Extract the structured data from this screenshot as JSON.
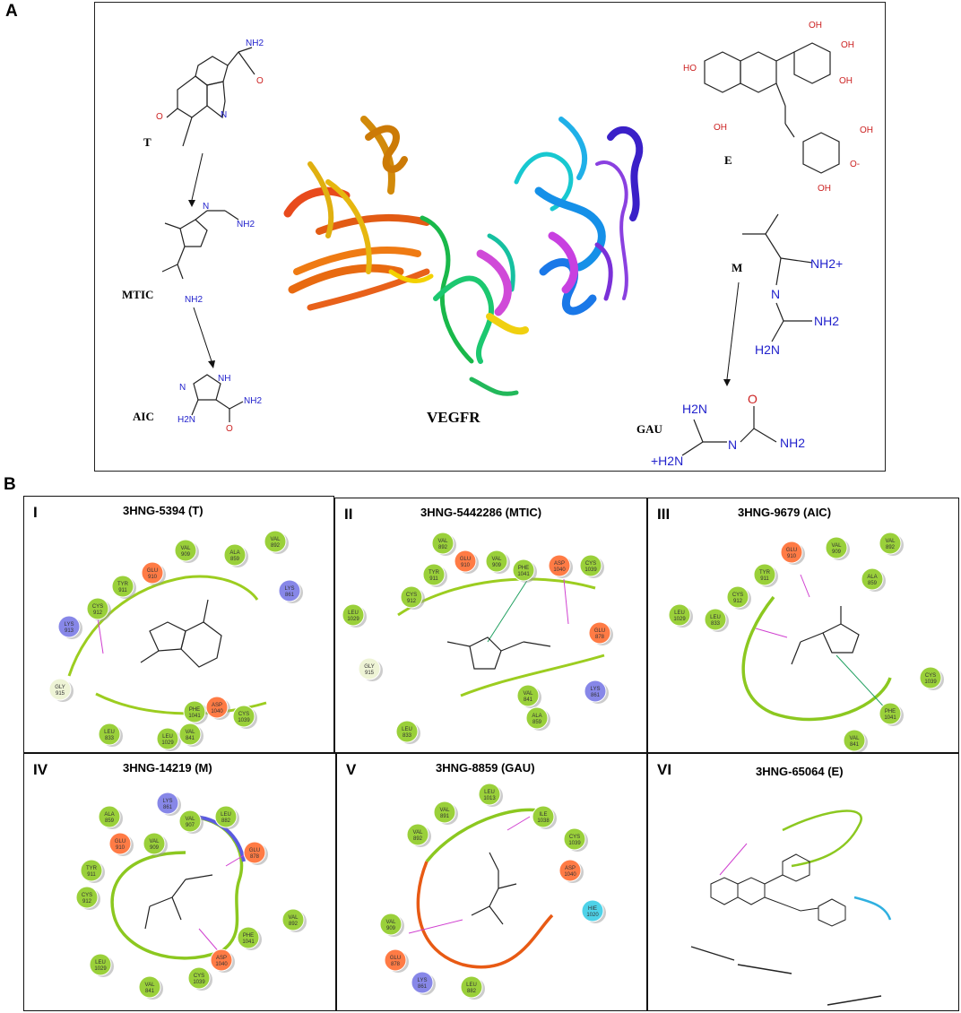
{
  "figure": {
    "panel_a_label": "A",
    "panel_b_label": "B",
    "molecules": {
      "t": "T",
      "mtic": "MTIC",
      "aic": "AIC",
      "vegfr": "VEGFR",
      "e": "E",
      "m": "M",
      "gau": "GAU"
    },
    "atoms": {
      "nh2": "NH2",
      "o": "O",
      "n": "N",
      "nh": "NH",
      "h2n": "H2N",
      "ho": "HO",
      "oh": "OH",
      "o_minus": "O-",
      "nh2_plus": "NH2+",
      "plus_h2n": "+H2N"
    }
  },
  "panels": [
    {
      "numeral": "I",
      "title": "3HNG-5394 (T)"
    },
    {
      "numeral": "II",
      "title": "3HNG-5442286 (MTIC)"
    },
    {
      "numeral": "III",
      "title": "3HNG-9679 (AIC)"
    },
    {
      "numeral": "IV",
      "title": "3HNG-14219 (M)"
    },
    {
      "numeral": "V",
      "title": "3HNG-8859 (GAU)"
    },
    {
      "numeral": "VI",
      "title": "3HNG-65064 (E)"
    }
  ],
  "residues": {
    "p1": [
      {
        "name": "VAL",
        "num": "909",
        "type": "hydrophobic"
      },
      {
        "name": "GLU",
        "num": "910",
        "type": "negative"
      },
      {
        "name": "TYR",
        "num": "911",
        "type": "hydrophobic"
      },
      {
        "name": "CYS",
        "num": "912",
        "type": "hydrophobic"
      },
      {
        "name": "LYS",
        "num": "913",
        "type": "positive"
      },
      {
        "name": "GLY",
        "num": "915",
        "type": "other"
      },
      {
        "name": "ALA",
        "num": "859",
        "type": "hydrophobic"
      },
      {
        "name": "VAL",
        "num": "892",
        "type": "hydrophobic"
      },
      {
        "name": "LYS",
        "num": "861",
        "type": "positive"
      },
      {
        "name": "PHE",
        "num": "1041",
        "type": "hydrophobic"
      },
      {
        "name": "ASP",
        "num": "1040",
        "type": "negative"
      },
      {
        "name": "CYS",
        "num": "1039",
        "type": "hydrophobic"
      },
      {
        "name": "LEU",
        "num": "1029",
        "type": "hydrophobic"
      },
      {
        "name": "VAL",
        "num": "841",
        "type": "hydrophobic"
      },
      {
        "name": "LEU",
        "num": "833",
        "type": "hydrophobic"
      }
    ],
    "p2": [
      {
        "name": "VAL",
        "num": "892",
        "type": "hydrophobic"
      },
      {
        "name": "GLU",
        "num": "910",
        "type": "negative"
      },
      {
        "name": "VAL",
        "num": "909",
        "type": "hydrophobic"
      },
      {
        "name": "PHE",
        "num": "1041",
        "type": "hydrophobic"
      },
      {
        "name": "ASP",
        "num": "1040",
        "type": "negative"
      },
      {
        "name": "CYS",
        "num": "1039",
        "type": "hydrophobic"
      },
      {
        "name": "TYR",
        "num": "911",
        "type": "hydrophobic"
      },
      {
        "name": "CYS",
        "num": "912",
        "type": "hydrophobic"
      },
      {
        "name": "LEU",
        "num": "1029",
        "type": "hydrophobic"
      },
      {
        "name": "GLY",
        "num": "915",
        "type": "other"
      },
      {
        "name": "GLU",
        "num": "878",
        "type": "negative"
      },
      {
        "name": "VAL",
        "num": "841",
        "type": "hydrophobic"
      },
      {
        "name": "LYS",
        "num": "861",
        "type": "positive"
      },
      {
        "name": "ALA",
        "num": "859",
        "type": "hydrophobic"
      },
      {
        "name": "LEU",
        "num": "833",
        "type": "hydrophobic"
      }
    ],
    "p3": [
      {
        "name": "VAL",
        "num": "892",
        "type": "hydrophobic"
      },
      {
        "name": "GLU",
        "num": "910",
        "type": "negative"
      },
      {
        "name": "VAL",
        "num": "909",
        "type": "hydrophobic"
      },
      {
        "name": "TYR",
        "num": "911",
        "type": "hydrophobic"
      },
      {
        "name": "ALA",
        "num": "859",
        "type": "hydrophobic"
      },
      {
        "name": "CYS",
        "num": "912",
        "type": "hydrophobic"
      },
      {
        "name": "LEU",
        "num": "833",
        "type": "hydrophobic"
      },
      {
        "name": "LEU",
        "num": "1029",
        "type": "hydrophobic"
      },
      {
        "name": "CYS",
        "num": "1039",
        "type": "hydrophobic"
      },
      {
        "name": "PHE",
        "num": "1041",
        "type": "hydrophobic"
      },
      {
        "name": "VAL",
        "num": "841",
        "type": "hydrophobic"
      }
    ],
    "p4": [
      {
        "name": "LYS",
        "num": "861",
        "type": "positive"
      },
      {
        "name": "ALA",
        "num": "859",
        "type": "hydrophobic"
      },
      {
        "name": "VAL",
        "num": "907",
        "type": "hydrophobic"
      },
      {
        "name": "LEU",
        "num": "882",
        "type": "hydrophobic"
      },
      {
        "name": "GLU",
        "num": "910",
        "type": "negative"
      },
      {
        "name": "VAL",
        "num": "909",
        "type": "hydrophobic"
      },
      {
        "name": "GLU",
        "num": "878",
        "type": "negative"
      },
      {
        "name": "TYR",
        "num": "911",
        "type": "hydrophobic"
      },
      {
        "name": "CYS",
        "num": "912",
        "type": "hydrophobic"
      },
      {
        "name": "VAL",
        "num": "892",
        "type": "hydrophobic"
      },
      {
        "name": "PHE",
        "num": "1041",
        "type": "hydrophobic"
      },
      {
        "name": "ASP",
        "num": "1040",
        "type": "negative"
      },
      {
        "name": "LEU",
        "num": "1029",
        "type": "hydrophobic"
      },
      {
        "name": "CYS",
        "num": "1039",
        "type": "hydrophobic"
      },
      {
        "name": "VAL",
        "num": "841",
        "type": "hydrophobic"
      }
    ],
    "p5": [
      {
        "name": "LEU",
        "num": "1013",
        "type": "hydrophobic"
      },
      {
        "name": "VAL",
        "num": "891",
        "type": "hydrophobic"
      },
      {
        "name": "ILE",
        "num": "1038",
        "type": "hydrophobic"
      },
      {
        "name": "VAL",
        "num": "892",
        "type": "hydrophobic"
      },
      {
        "name": "CYS",
        "num": "1039",
        "type": "hydrophobic"
      },
      {
        "name": "ASP",
        "num": "1040",
        "type": "negative"
      },
      {
        "name": "HIE",
        "num": "1020",
        "type": "polar"
      },
      {
        "name": "VAL",
        "num": "909",
        "type": "hydrophobic"
      },
      {
        "name": "GLU",
        "num": "878",
        "type": "negative"
      },
      {
        "name": "LYS",
        "num": "861",
        "type": "positive"
      },
      {
        "name": "LEU",
        "num": "882",
        "type": "hydrophobic"
      }
    ]
  }
}
